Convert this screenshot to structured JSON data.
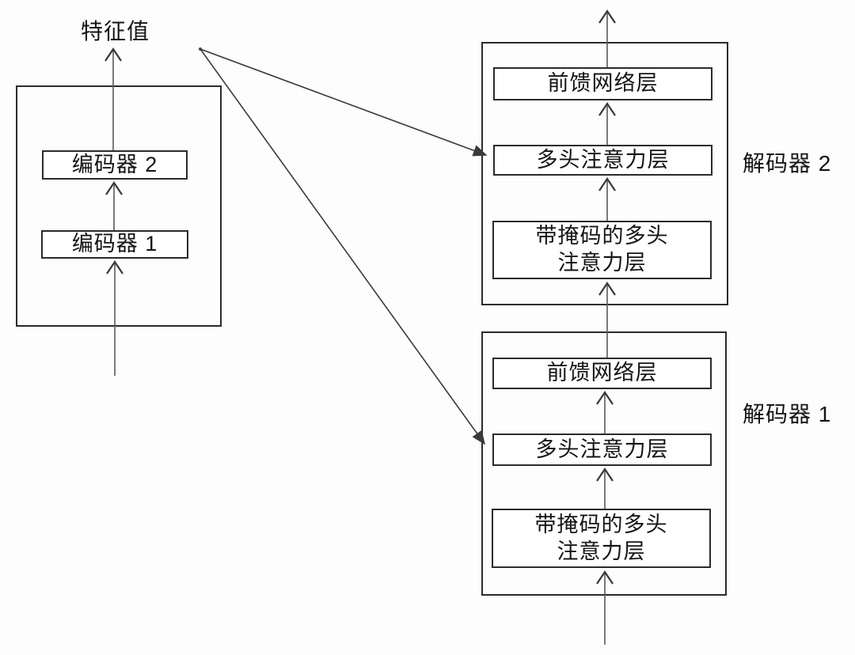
{
  "diagram": {
    "title_implicit": "transformer-encoder-decoder",
    "feature_label": "特征值",
    "encoder": {
      "block2_label": "编码器 2",
      "block1_label": "编码器 1"
    },
    "decoder2": {
      "title": "解码器 2",
      "ffn_label": "前馈网络层",
      "mha_label": "多头注意力层",
      "masked_mha_label": "带掩码的多头\n注意力层"
    },
    "decoder1": {
      "title": "解码器 1",
      "ffn_label": "前馈网络层",
      "mha_label": "多头注意力层",
      "masked_mha_label": "带掩码的多头\n注意力层"
    }
  },
  "colors": {
    "box_border": "#2b2b2b",
    "line": "#5a5a5a",
    "arrowhead": "#3a3a3a",
    "background": "#fdfdfd",
    "text": "#141414"
  }
}
